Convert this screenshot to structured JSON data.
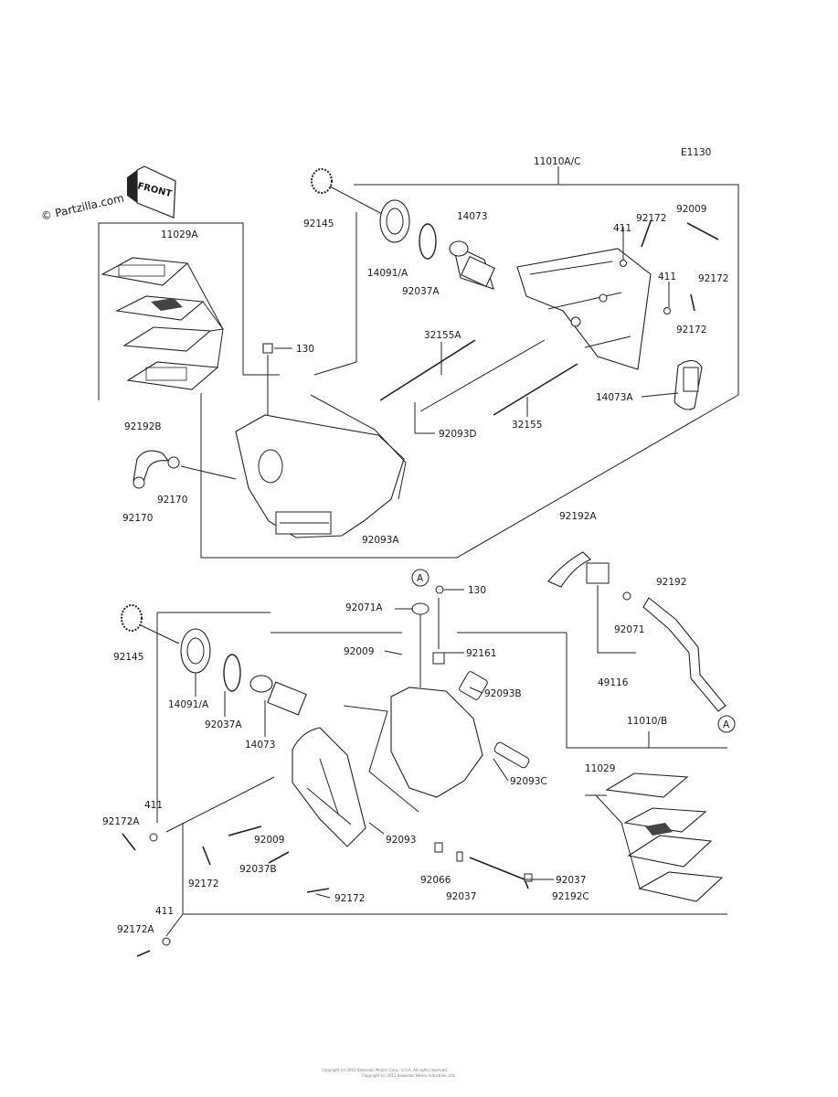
{
  "watermark": "© Partzilla.com",
  "front_sign": "FRONT",
  "diagram_code": "E1130",
  "footer_line1": "Copyright (c) 2012 Kawasaki Motors Corp., U.S.A. All rights reserved.",
  "footer_line2": "Copyright (c) 2012 Kawasaki Heavy Industries, Ltd.",
  "callouts": {
    "c11010ac": "11010A/C",
    "c92145_top": "92145",
    "c14091a_top": "14091/A",
    "c92037a_top": "92037A",
    "c14073_top": "14073",
    "c411_t1": "411",
    "c92172_t1": "92172",
    "c92009_top": "92009",
    "c92172_t2": "92172",
    "c411_t2": "411",
    "c92172_t3": "92172",
    "c11029a": "11029A",
    "c130_top": "130",
    "c32155a": "32155A",
    "c14073a": "14073A",
    "c92093d": "92093D",
    "c32155": "32155",
    "c92192b": "92192B",
    "c92170_a": "92170",
    "c92170_b": "92170",
    "c92093a": "92093A",
    "c92192a": "92192A",
    "marker_a_top": "A",
    "c130_mid": "130",
    "c92071a": "92071A",
    "c92145_bot": "92145",
    "c92009_mid": "92009",
    "c92161": "92161",
    "c92192": "92192",
    "c92071": "92071",
    "c92093b": "92093B",
    "c49116": "49116",
    "c14091a_bot": "14091/A",
    "c92037a_bot": "92037A",
    "c14073_bot": "14073",
    "marker_a_bot": "A",
    "c11010b": "11010/B",
    "c92093c": "92093C",
    "c11029": "11029",
    "c411_b1": "411",
    "c92172a_1": "92172A",
    "c92037b": "92037B",
    "c92009_bot": "92009",
    "c92172_b1": "92172",
    "c92093": "92093",
    "c92066": "92066",
    "c92037_bot": "92037",
    "c92037_right": "92037",
    "c92192c": "92192C",
    "c92172_b2": "92172",
    "c411_b2": "411",
    "c92172a_2": "92172A"
  }
}
